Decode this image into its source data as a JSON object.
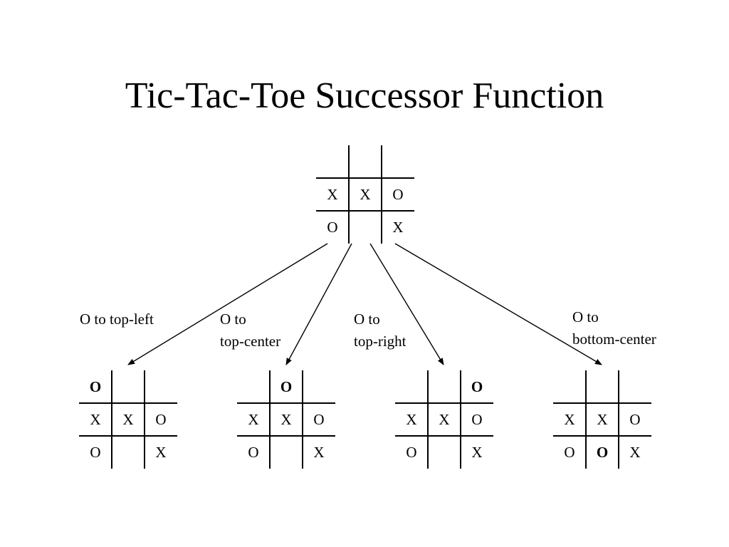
{
  "title": "Tic-Tac-Toe Successor Function",
  "root_board": {
    "cells": [
      "",
      "",
      "",
      "X",
      "X",
      "O",
      "O",
      "",
      "X"
    ],
    "bold": []
  },
  "successors": [
    {
      "label_lines": [
        "O to top-left"
      ],
      "cells": [
        "O",
        "",
        "",
        "X",
        "X",
        "O",
        "O",
        "",
        "X"
      ],
      "bold": [
        0
      ]
    },
    {
      "label_lines": [
        "O to",
        "top-center"
      ],
      "cells": [
        "",
        "O",
        "",
        "X",
        "X",
        "O",
        "O",
        "",
        "X"
      ],
      "bold": [
        1
      ]
    },
    {
      "label_lines": [
        "O to",
        "top-right"
      ],
      "cells": [
        "",
        "",
        "O",
        "X",
        "X",
        "O",
        "O",
        "",
        "X"
      ],
      "bold": [
        2
      ]
    },
    {
      "label_lines": [
        "O to",
        "bottom-center"
      ],
      "cells": [
        "",
        "",
        "",
        "X",
        "X",
        "O",
        "O",
        "O",
        "X"
      ],
      "bold": [
        7
      ]
    }
  ]
}
